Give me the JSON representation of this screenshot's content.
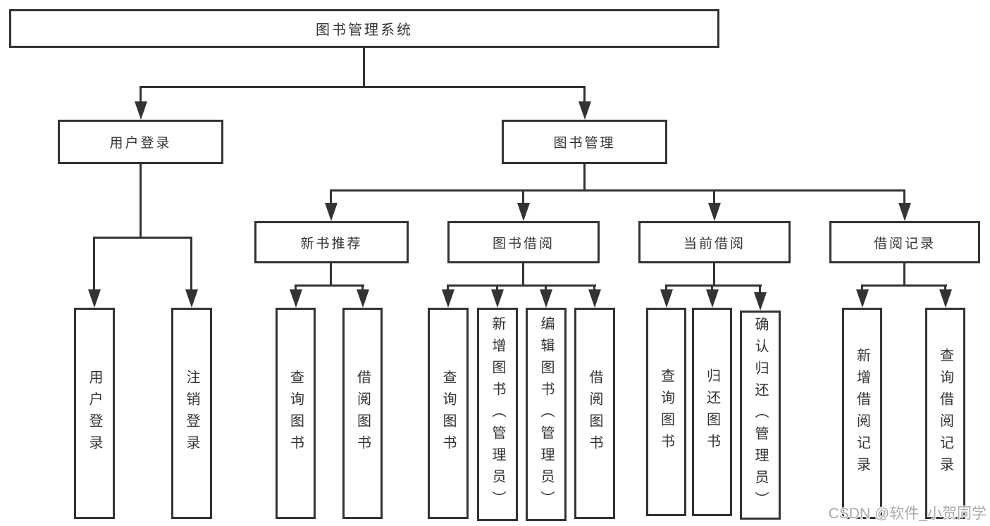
{
  "colors": {
    "line": "#333333",
    "watermark": "#a9a9a9",
    "background": "#ffffff"
  },
  "watermark": {
    "text": "CSDN @软件_小贺同学"
  },
  "diagram": {
    "root": {
      "label": "图书管理系统"
    },
    "level2": [
      {
        "label": "用户登录"
      },
      {
        "label": "图书管理"
      }
    ],
    "level3": [
      {
        "label": "新书推荐"
      },
      {
        "label": "图书借阅"
      },
      {
        "label": "当前借阅"
      },
      {
        "label": "借阅记录"
      }
    ],
    "leaves": {
      "user_login": [
        "用户登录",
        "注销登录"
      ],
      "new_book_recommend": [
        "查询图书",
        "借阅图书"
      ],
      "book_borrow": [
        "查询图书",
        "新增图书（管理员）",
        "编辑图书（管理员）",
        "借阅图书"
      ],
      "current_borrow": [
        "查询图书",
        "归还图书",
        "确认归还（管理员）"
      ],
      "borrow_records": [
        "新增借阅记录",
        "查询借阅记录"
      ]
    }
  }
}
